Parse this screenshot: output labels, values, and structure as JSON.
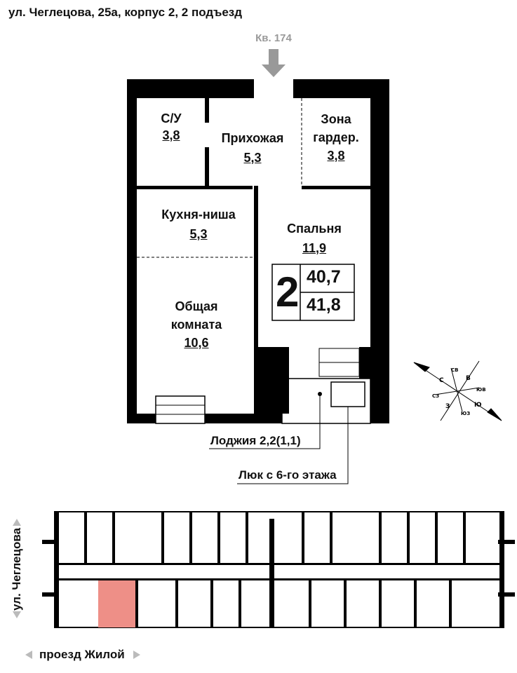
{
  "address": "ул. Чеглецова, 25а, корпус 2, 2 подъезд",
  "entrance_label": "Кв. 174",
  "rooms": [
    {
      "name": "С/У",
      "area": "3,8"
    },
    {
      "name": "Прихожая",
      "area": "5,3"
    },
    {
      "name": "Зона",
      "name2": "гардер.",
      "area": "3,8"
    },
    {
      "name": "Кухня-ниша",
      "area": "5,3"
    },
    {
      "name": "Спальня",
      "area": "11,9"
    },
    {
      "name": "Общая",
      "name2": "комната",
      "area": "10,6"
    }
  ],
  "summary": {
    "rooms_count": "2",
    "living_area": "40,7",
    "total_area": "41,8"
  },
  "callouts": {
    "loggia": "Лоджия 2,2(1,1)",
    "hatch": "Люк с 6-го этажа"
  },
  "compass": {
    "n": "С",
    "ne": "СВ",
    "e": "В",
    "se": "ЮВ",
    "s": "Ю",
    "sw": "ЮЗ",
    "w": "З",
    "nw": "СЗ"
  },
  "key_plan": {
    "street_vertical": "ул. Чеглецова",
    "street_horizontal": "проезд Жилой",
    "highlight_color": "#ee8f87"
  }
}
